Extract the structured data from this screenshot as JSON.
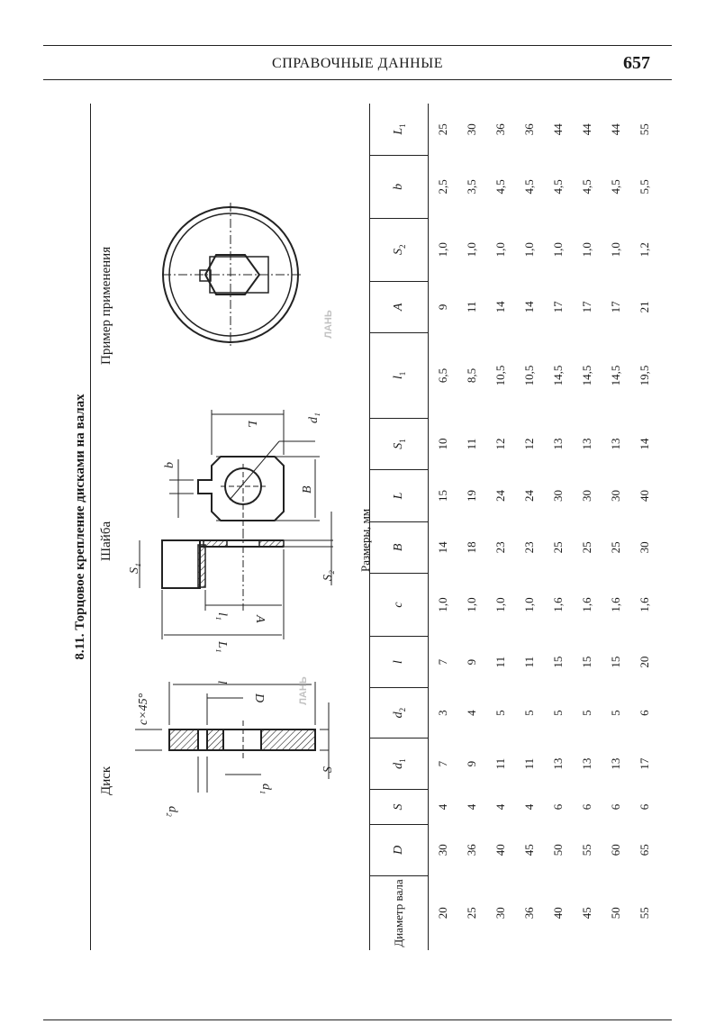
{
  "header": {
    "title": "СПРАВОЧНЫЕ ДАННЫЕ",
    "page_number": "657"
  },
  "section": {
    "title": "8.11. Торцовое крепление дисками на валах"
  },
  "figure": {
    "disc_label": "Диск",
    "washer_label": "Шайба",
    "example_label": "Пример применения",
    "units": "Размеры, мм",
    "dims": {
      "c45": "c×45°",
      "l": "l",
      "D": "D",
      "d1": "d₁",
      "d2": "d₂",
      "S": "S",
      "S1": "S₁",
      "S2": "S₂",
      "L1": "L₁",
      "l1": "l₁",
      "A": "A",
      "L": "L",
      "B": "B",
      "b": "b"
    },
    "watermark": "ЛАНЬ"
  },
  "table": {
    "headers": [
      {
        "m": "Диаметр вала"
      },
      {
        "m": "D"
      },
      {
        "m": "S"
      },
      {
        "m": "d",
        "s": "1"
      },
      {
        "m": "d",
        "s": "2"
      },
      {
        "m": "l"
      },
      {
        "m": "c"
      },
      {
        "m": "B"
      },
      {
        "m": "L"
      },
      {
        "m": "S",
        "s": "1"
      },
      {
        "m": "l",
        "s": "1"
      },
      {
        "m": "A"
      },
      {
        "m": "S",
        "s": "2"
      },
      {
        "m": "b"
      },
      {
        "m": "L",
        "s": "1"
      }
    ],
    "rows": [
      [
        "20",
        "30",
        "4",
        "7",
        "3",
        "7",
        "1,0",
        "14",
        "15",
        "10",
        "6,5",
        "9",
        "1,0",
        "2,5",
        "25"
      ],
      [
        "25",
        "36",
        "4",
        "9",
        "4",
        "9",
        "1,0",
        "18",
        "19",
        "11",
        "8,5",
        "11",
        "1,0",
        "3,5",
        "30"
      ],
      [
        "30",
        "40",
        "4",
        "11",
        "5",
        "11",
        "1,0",
        "23",
        "24",
        "12",
        "10,5",
        "14",
        "1,0",
        "4,5",
        "36"
      ],
      [
        "36",
        "45",
        "4",
        "11",
        "5",
        "11",
        "1,0",
        "23",
        "24",
        "12",
        "10,5",
        "14",
        "1,0",
        "4,5",
        "36"
      ],
      [
        "40",
        "50",
        "6",
        "13",
        "5",
        "15",
        "1,6",
        "25",
        "30",
        "13",
        "14,5",
        "17",
        "1,0",
        "4,5",
        "44"
      ],
      [
        "45",
        "55",
        "6",
        "13",
        "5",
        "15",
        "1,6",
        "25",
        "30",
        "13",
        "14,5",
        "17",
        "1,0",
        "4,5",
        "44"
      ],
      [
        "50",
        "60",
        "6",
        "13",
        "5",
        "15",
        "1,6",
        "25",
        "30",
        "13",
        "14,5",
        "17",
        "1,0",
        "4,5",
        "44"
      ],
      [
        "55",
        "65",
        "6",
        "17",
        "6",
        "20",
        "1,6",
        "30",
        "40",
        "14",
        "19,5",
        "21",
        "1,2",
        "5,5",
        "55"
      ]
    ]
  }
}
